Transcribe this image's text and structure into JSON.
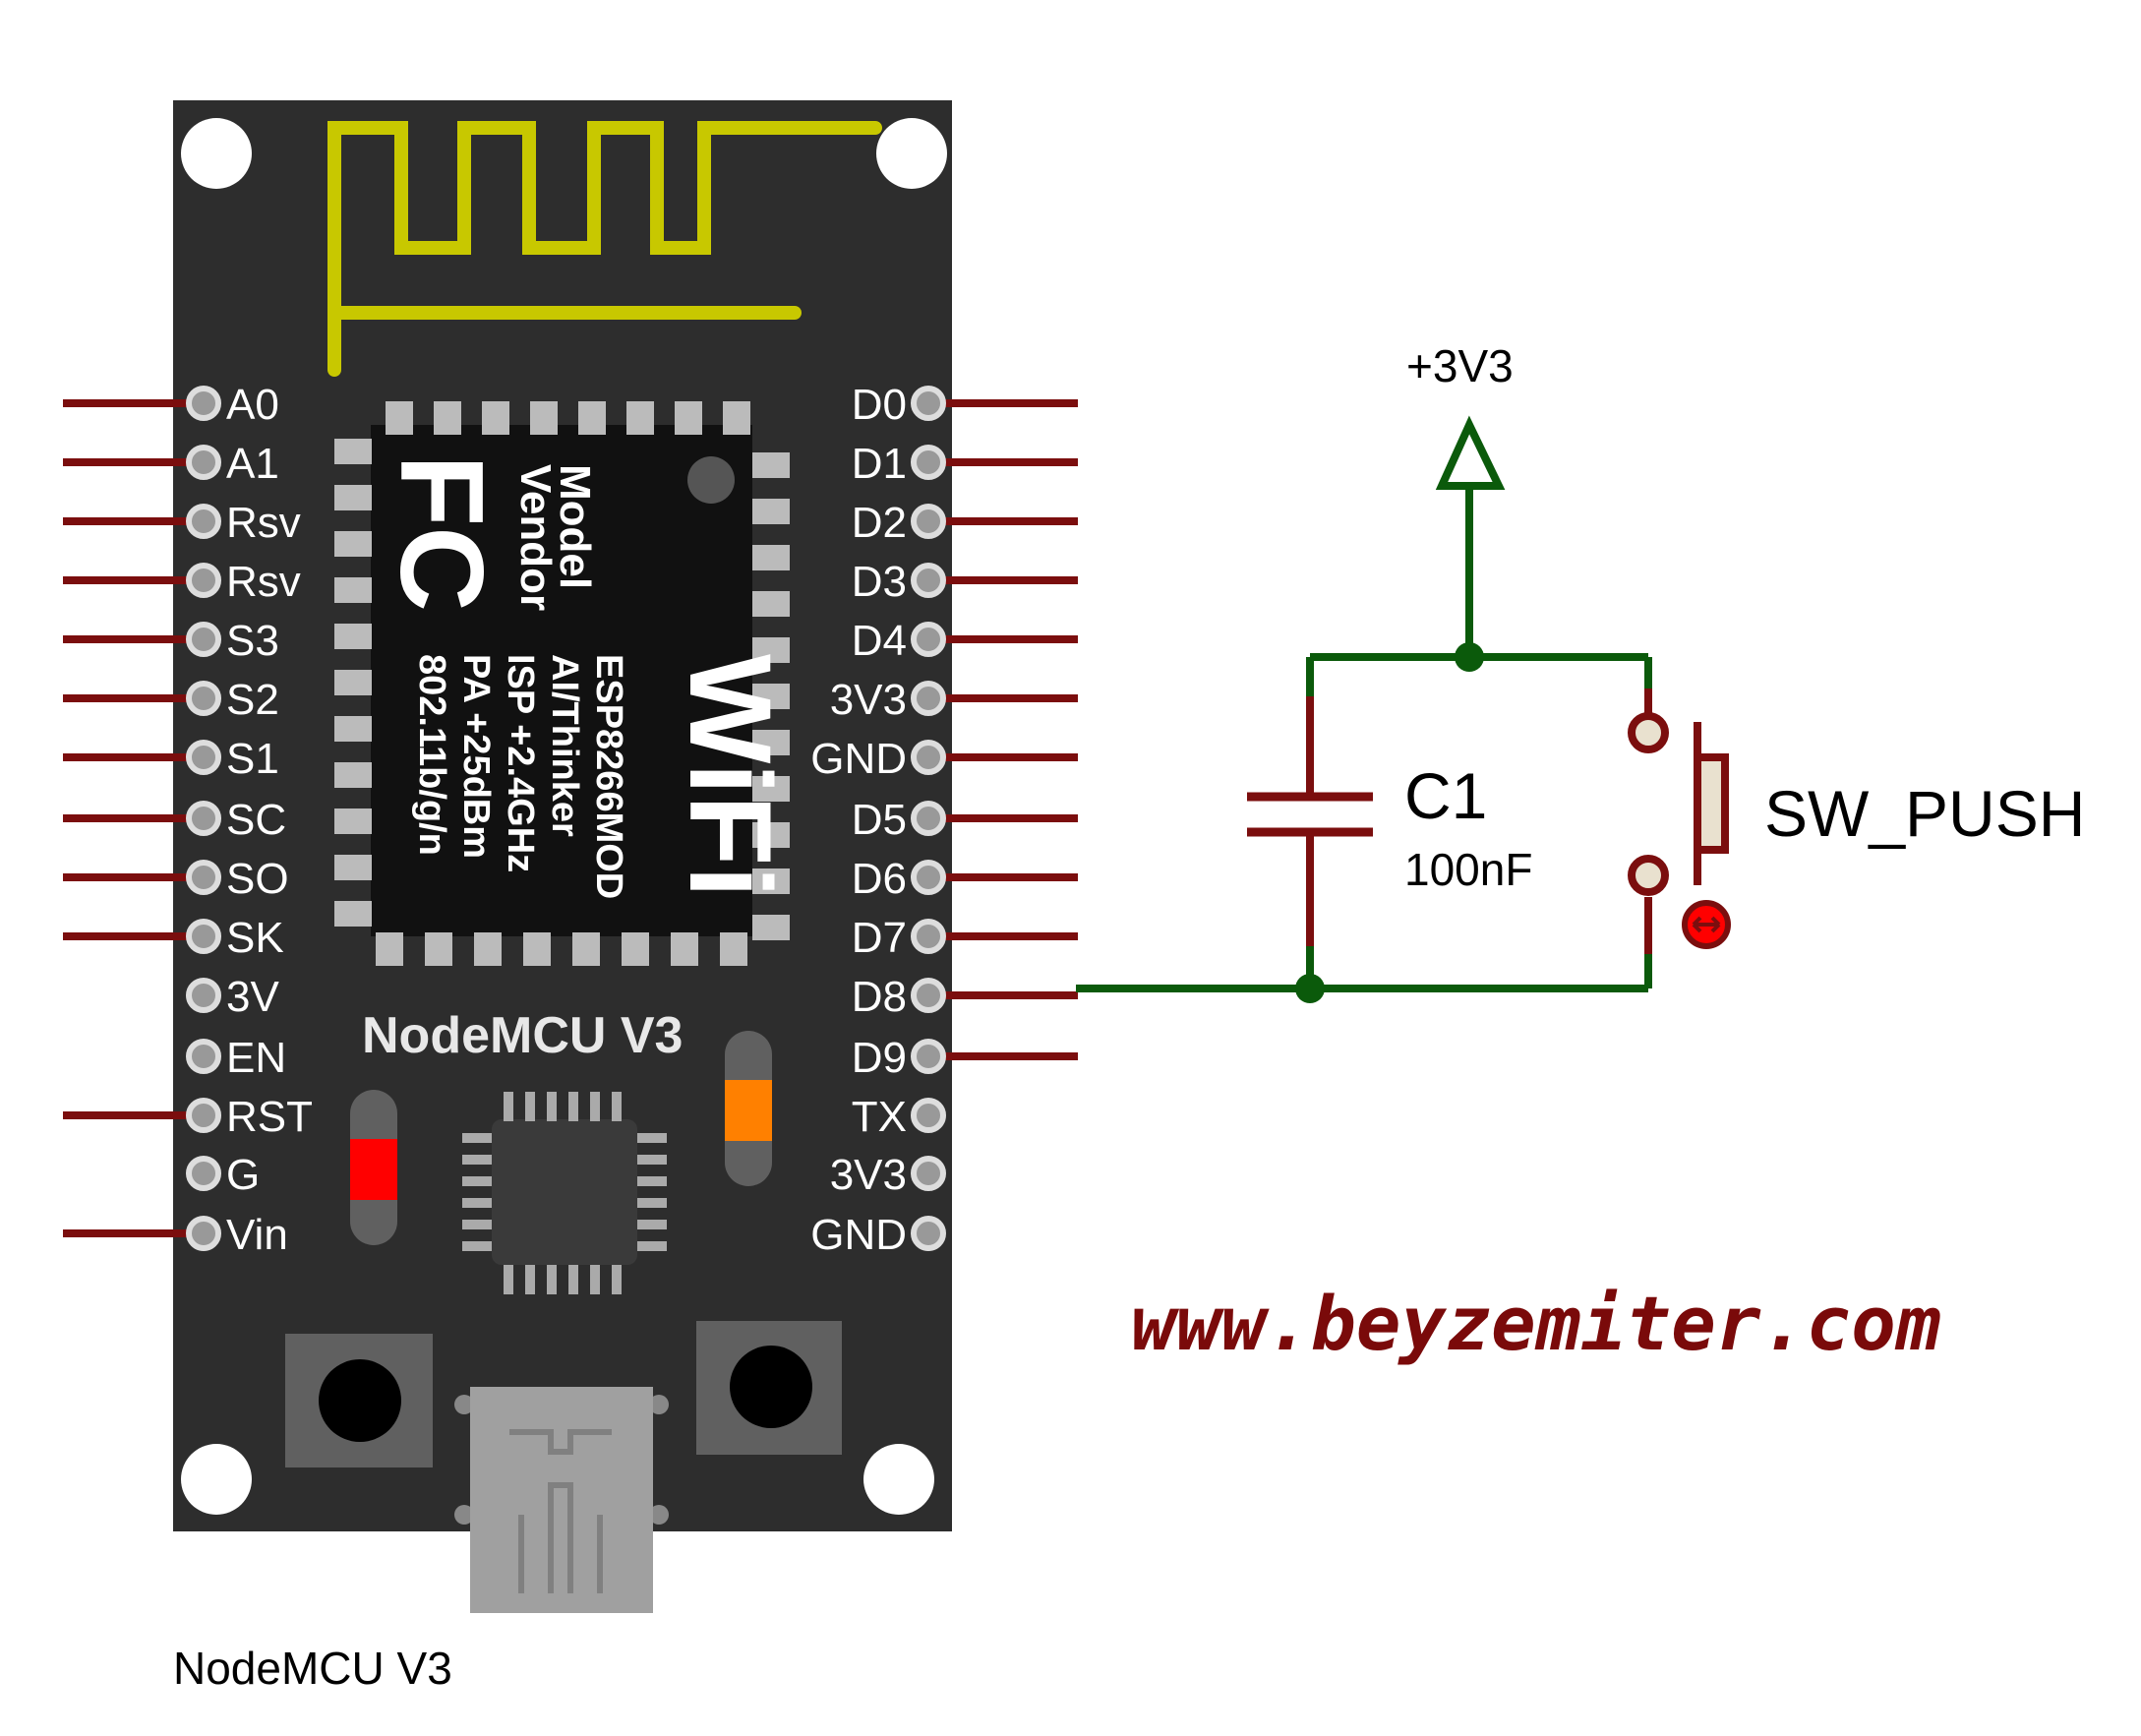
{
  "board": {
    "title": "NodeMCU V3",
    "caption": "NodeMCU V3",
    "left_pins": [
      "A0",
      "A1",
      "Rsv",
      "Rsv",
      "S3",
      "S2",
      "S1",
      "SC",
      "SO",
      "SK",
      "3V",
      "EN",
      "RST",
      "G",
      "Vin"
    ],
    "right_pins": [
      "D0",
      "D1",
      "D2",
      "D3",
      "D4",
      "3V3",
      "GND",
      "D5",
      "D6",
      "D7",
      "D8",
      "D9",
      "TX",
      "3V3",
      "GND"
    ],
    "module": {
      "logo": "FC",
      "model": "Model",
      "vendor": "Vendor",
      "wifi": "WiFi",
      "line1": "ESP8266MOD",
      "line2": "AI/Thinker",
      "line3": "ISP +2.4GHz",
      "line4": "PA +25dBm",
      "line5": "802.11b/g/n"
    },
    "colors": {
      "pcb": "#2d2d2d",
      "antenna": "#c8c800",
      "pin_wire": "#7b0e0e",
      "led_red": "#ff0000",
      "led_orange": "#ff8000"
    }
  },
  "schematic": {
    "power_label": "+3V3",
    "capacitor": {
      "ref": "C1",
      "value": "100nF"
    },
    "switch": {
      "ref": "SW_PUSH"
    },
    "colors": {
      "wire": "#0b5a0b",
      "component": "#7b0e0e"
    }
  },
  "website": "www.beyzemiter.com"
}
